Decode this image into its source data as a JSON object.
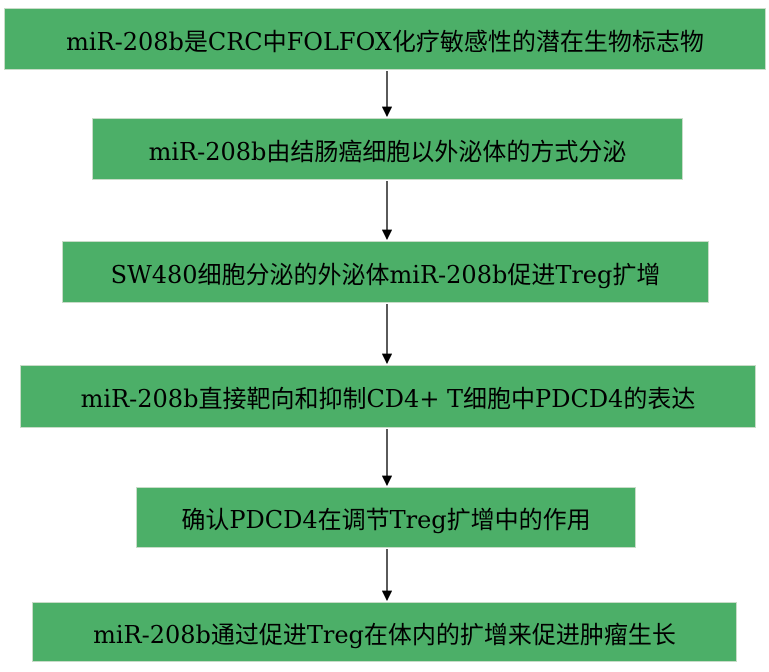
{
  "diagram": {
    "steps": [
      "miR-208b是CRC中FOLFOX化疗敏感性的潜在生物标志物",
      "miR-208b由结肠癌细胞以外泌体的方式分泌",
      "SW480细胞分泌的外泌体miR-208b促进Treg扩增",
      "miR-208b直接靶向和抑制CD4+ T细胞中PDCD4的表达",
      "确认PDCD4在调节Treg扩增中的作用",
      "miR-208b通过促进Treg在体内的扩增来促进肿瘤生长"
    ],
    "colors": {
      "box_fill": "#4caf68",
      "box_border": "#c8dcc8",
      "arrow": "#000000",
      "text": "#000000"
    }
  }
}
